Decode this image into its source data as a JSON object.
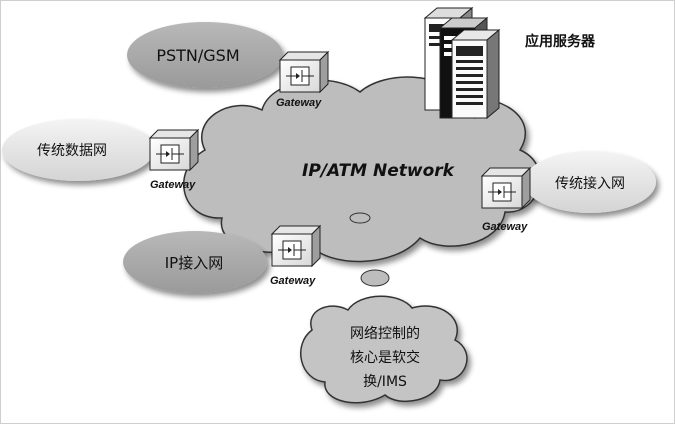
{
  "diagram": {
    "network_label": "IP/ATM Network",
    "server_label": "应用服务器",
    "nodes": {
      "pstn": "PSTN/GSM",
      "legacy_data": "传统数据网",
      "legacy_access": "传统接入网",
      "ip_access": "IP接入网"
    },
    "gateway_label": "Gateway",
    "softswitch_lines": [
      "网络控制的",
      "核心是软交",
      "换/IMS"
    ]
  }
}
